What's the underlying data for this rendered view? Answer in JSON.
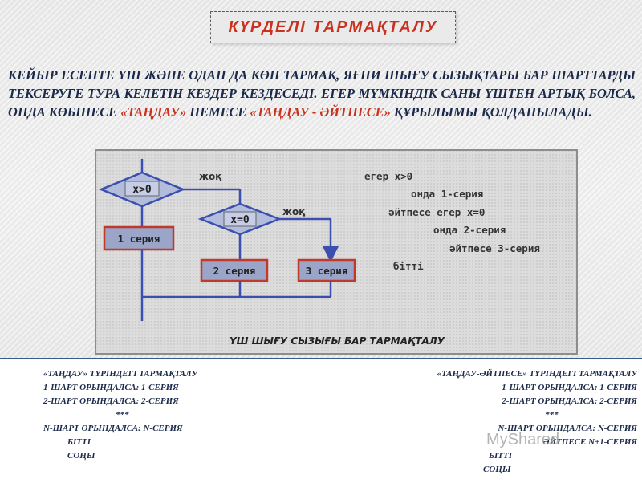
{
  "title": "КҮРДЕЛІ ТАРМАҚТАЛУ",
  "intro": {
    "part1": "КЕЙБІР ЕСЕПТЕ ҮШ ЖӘНЕ ОДАН ДА КӨП ТАРМАҚ, ЯҒНИ ШЫҒУ СЫЗЫҚТАРЫ БАР ШАРТТАРДЫ ТЕКСЕРУГЕ ТУРА КЕЛЕТІН КЕЗДЕР КЕЗДЕСЕДІ. ЕГЕР МҮМКІНДІК САНЫ ҮШТЕН АРТЫҚ БОЛСА, ОНДА КӨБІНЕСЕ ",
    "hl1": "«ТАҢДАУ»",
    "part2": " НЕМЕСЕ ",
    "hl2": "«ТАҢДАУ - ӘЙТПЕСЕ»",
    "part3": " ҚҰРЫЛЫМЫ ҚОЛДАНЫЛАДЫ."
  },
  "diagram": {
    "cond1": "x>0",
    "cond2": "x=0",
    "no1": "жоқ",
    "no2": "жоқ",
    "box1": "1 серия",
    "box2": "2 серия",
    "box3": "3 серия",
    "caption": "ҮШ ШЫҒУ СЫЗЫҒЫ БАР ТАРМАҚТАЛУ",
    "pseudocode": [
      "егер x>0",
      "онда 1-серия",
      "әйтпесе егер x=0",
      "онда 2-серия",
      "әйтпесе 3-серия",
      "бітті"
    ]
  },
  "left_block": {
    "heading": "«ТАҢДАУ» ТҮРІНДЕГІ ТАРМАҚТАЛУ",
    "line1": "1-ШАРТ ОРЫНДАЛСА: 1-СЕРИЯ",
    "line2": "2-ШАРТ ОРЫНДАЛСА: 2-СЕРИЯ",
    "dots": "***",
    "line3": "N-ШАРТ ОРЫНДАЛСА: N-СЕРИЯ",
    "end1": "БІТТІ",
    "end2": "СОҢЫ"
  },
  "right_block": {
    "heading": "«ТАҢДАУ-ӘЙТПЕСЕ» ТҮРІНДЕГІ ТАРМАҚТАЛУ",
    "line1": "1-ШАРТ ОРЫНДАЛСА: 1-СЕРИЯ",
    "line2": "2-ШАРТ ОРЫНДАЛСА: 2-СЕРИЯ",
    "dots": "***",
    "line3": "N-ШАРТ ОРЫНДАЛСА: N-СЕРИЯ",
    "else": "ӘЙТПЕСЕ N+1-СЕРИЯ",
    "end1": "БІТТІ",
    "end2": "СОҢЫ"
  },
  "watermark": "MyShared",
  "colors": {
    "accent": "#c8321e",
    "text": "#1b2a4a",
    "box_border": "#c0392b",
    "line": "#3a4fb0",
    "box_fill": "#9aa5c8",
    "node_fill": "#b3bddb"
  }
}
